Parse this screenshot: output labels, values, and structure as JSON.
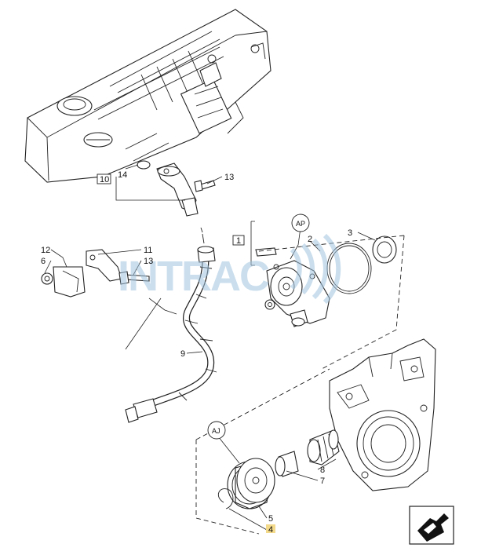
{
  "callouts": {
    "c14": "14",
    "c13a": "13",
    "c10": "10",
    "c12": "12",
    "c6": "6",
    "c11": "11",
    "c13b": "13",
    "c1": "1",
    "c2": "2",
    "c3": "3",
    "c9": "9",
    "c8": "8",
    "c7": "7",
    "c5": "5",
    "c4": "4"
  },
  "views": {
    "ap": "AP",
    "aj": "AJ"
  },
  "watermark": "INTRAC",
  "colors": {
    "highlight": "#f3d98a",
    "watermark": "#9ec3df",
    "line": "#222222"
  },
  "icons": {
    "nav": "next-page-arrow-icon"
  }
}
